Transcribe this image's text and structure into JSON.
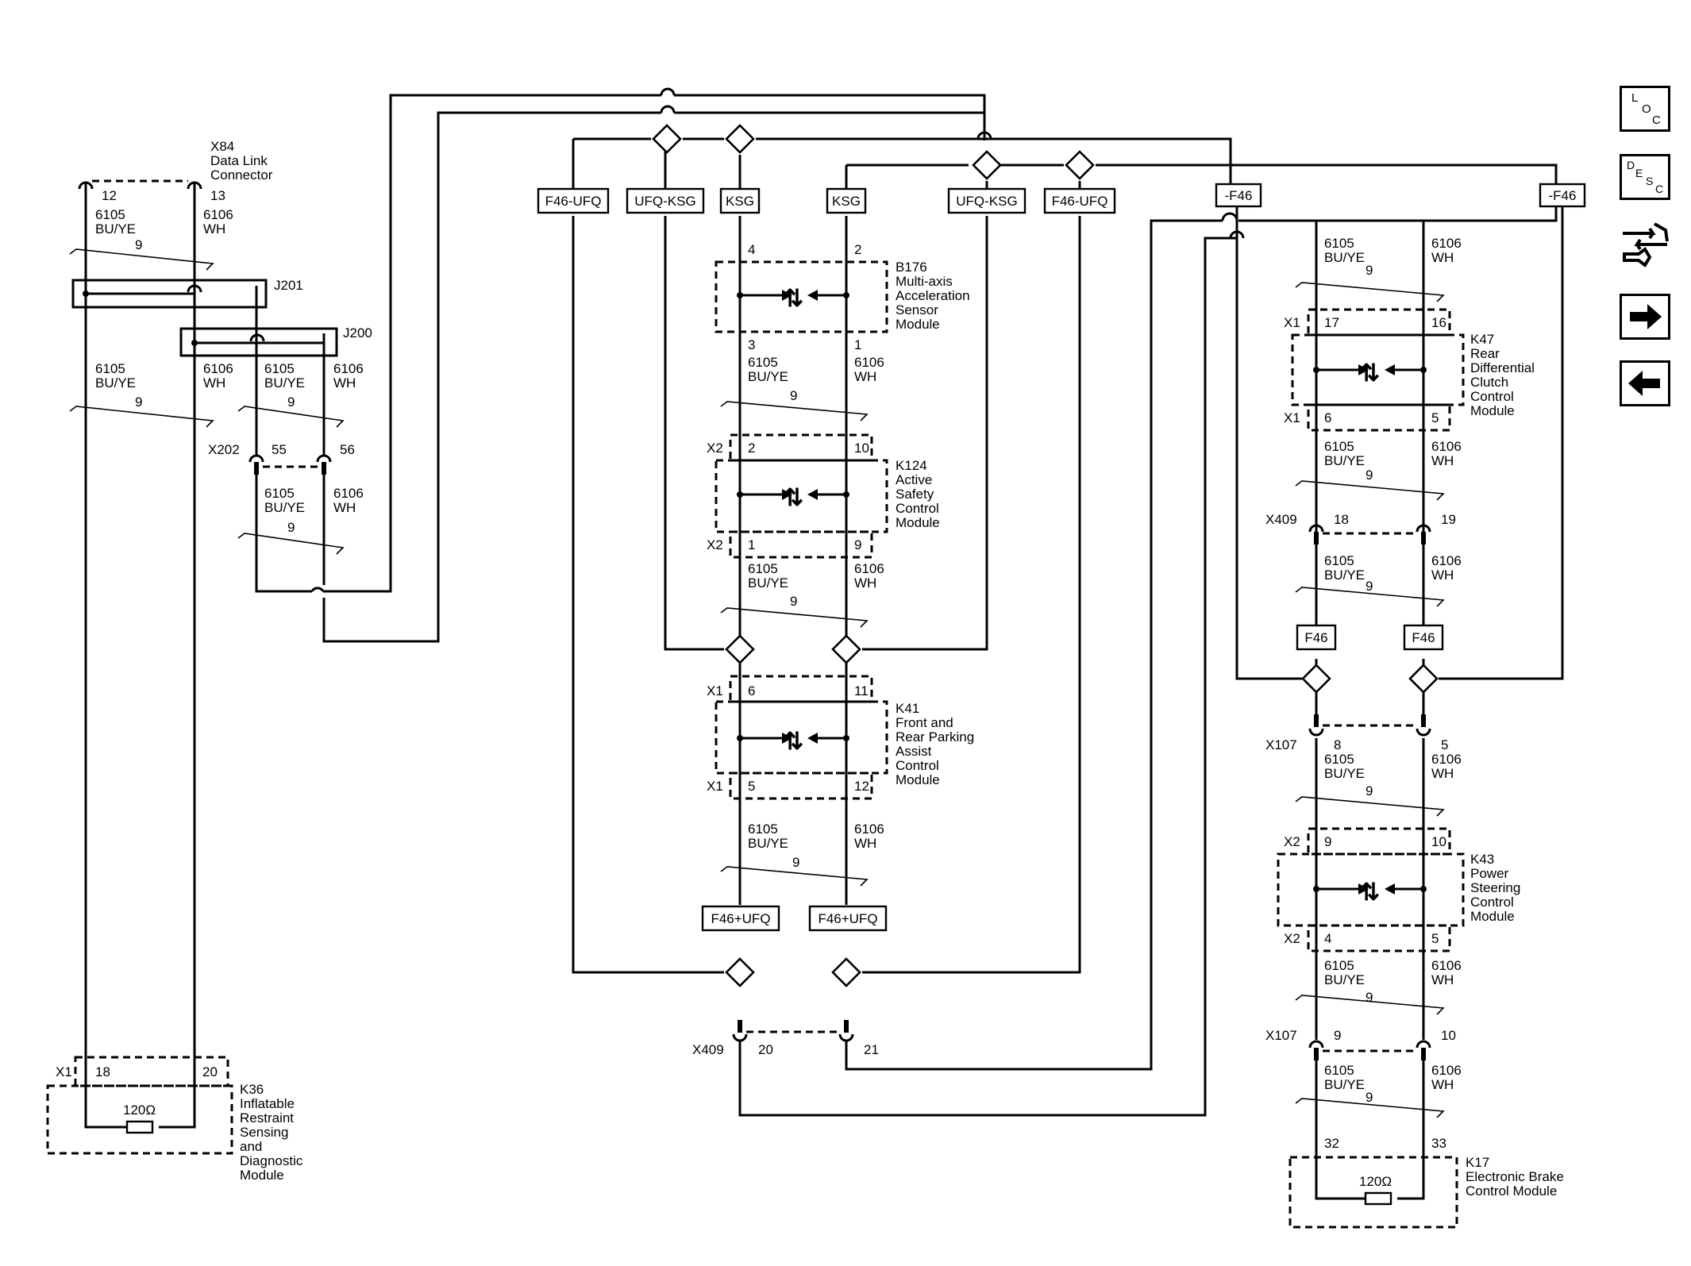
{
  "wire": {
    "bu_num": "6105",
    "bu_color": "BU/YE",
    "wh_num": "6106",
    "wh_color": "WH",
    "twist": "9"
  },
  "connectors": {
    "x84": {
      "name": "X84",
      "desc": [
        "Data Link",
        "Connector"
      ],
      "pin_a": "12",
      "pin_b": "13"
    },
    "j201": "J201",
    "j200": "J200",
    "x202": {
      "name": "X202",
      "pin_a": "55",
      "pin_b": "56"
    },
    "x409_left": {
      "name": "X409",
      "pin_a": "20",
      "pin_b": "21"
    },
    "x409_right": {
      "name": "X409",
      "pin_a": "18",
      "pin_b": "19"
    },
    "x107_top": {
      "name": "X107",
      "pin_a": "8",
      "pin_b": "5"
    },
    "x107_bottom": {
      "name": "X107",
      "pin_a": "9",
      "pin_b": "10"
    }
  },
  "option_labels": {
    "f46_ufq": "F46-UFQ",
    "ufq_ksg": "UFQ-KSG",
    "ksg": "KSG",
    "neg_f46": "-F46",
    "f46": "F46",
    "f46_plus_ufq": "F46+UFQ"
  },
  "modules": {
    "k36": {
      "id": "K36",
      "desc": [
        "Inflatable",
        "Restraint",
        "Sensing",
        "and",
        "Diagnostic",
        "Module"
      ],
      "conn": "X1",
      "pin_a": "18",
      "pin_b": "20",
      "resistor": "120Ω"
    },
    "b176": {
      "id": "B176",
      "desc": [
        "Multi-axis",
        "Acceleration",
        "Sensor",
        "Module"
      ],
      "pin_in_a": "4",
      "pin_in_b": "2",
      "pin_out_a": "3",
      "pin_out_b": "1"
    },
    "k124": {
      "id": "K124",
      "desc": [
        "Active",
        "Safety",
        "Control",
        "Module"
      ],
      "conn": "X2",
      "pin_in_a": "2",
      "pin_in_b": "10",
      "pin_out_a": "1",
      "pin_out_b": "9"
    },
    "k41": {
      "id": "K41",
      "desc": [
        "Front and",
        "Rear Parking",
        "Assist",
        "Control",
        "Module"
      ],
      "conn": "X1",
      "pin_in_a": "6",
      "pin_in_b": "11",
      "pin_out_a": "5",
      "pin_out_b": "12"
    },
    "k47": {
      "id": "K47",
      "desc": [
        "Rear",
        "Differential",
        "Clutch",
        "Control",
        "Module"
      ],
      "conn": "X1",
      "pin_in_a": "17",
      "pin_in_b": "16",
      "pin_out_a": "6",
      "pin_out_b": "5"
    },
    "k43": {
      "id": "K43",
      "desc": [
        "Power",
        "Steering",
        "Control",
        "Module"
      ],
      "conn": "X2",
      "pin_in_a": "9",
      "pin_in_b": "10",
      "pin_out_a": "4",
      "pin_out_b": "5"
    },
    "k17": {
      "id": "K17",
      "desc": [
        "Electronic Brake",
        "Control Module"
      ],
      "pin_a": "32",
      "pin_b": "33",
      "resistor": "120Ω"
    }
  },
  "nav": {
    "loc": {
      "l1": "L",
      "l2": "O",
      "l3": "C"
    },
    "desc": {
      "l1": "D",
      "l2": "E",
      "l3": "S",
      "l4": "C"
    }
  }
}
